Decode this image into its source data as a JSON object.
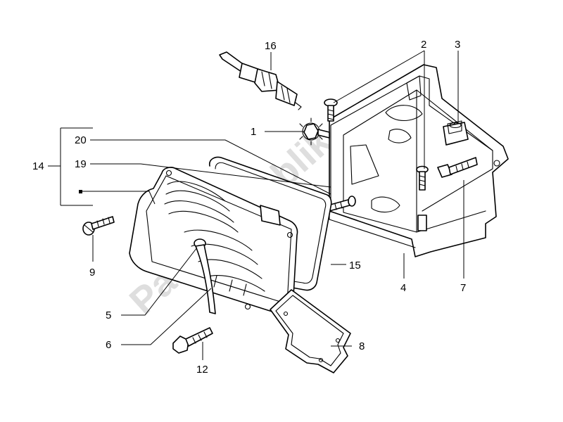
{
  "watermark": "PartsRepublik",
  "callouts": [
    {
      "id": "label-16",
      "text": "16"
    },
    {
      "id": "label-2",
      "text": "2"
    },
    {
      "id": "label-3",
      "text": "3"
    },
    {
      "id": "label-1",
      "text": "1"
    },
    {
      "id": "label-20",
      "text": "20"
    },
    {
      "id": "label-14",
      "text": "14"
    },
    {
      "id": "label-19",
      "text": "19"
    },
    {
      "id": "label-15",
      "text": "15"
    },
    {
      "id": "label-4",
      "text": "4"
    },
    {
      "id": "label-7",
      "text": "7"
    },
    {
      "id": "label-9",
      "text": "9"
    },
    {
      "id": "label-5",
      "text": "5"
    },
    {
      "id": "label-6",
      "text": "6"
    },
    {
      "id": "label-8",
      "text": "8"
    },
    {
      "id": "label-12",
      "text": "12"
    }
  ],
  "colors": {
    "line": "#000000",
    "background": "#ffffff",
    "watermark": "#d9d9d9"
  }
}
